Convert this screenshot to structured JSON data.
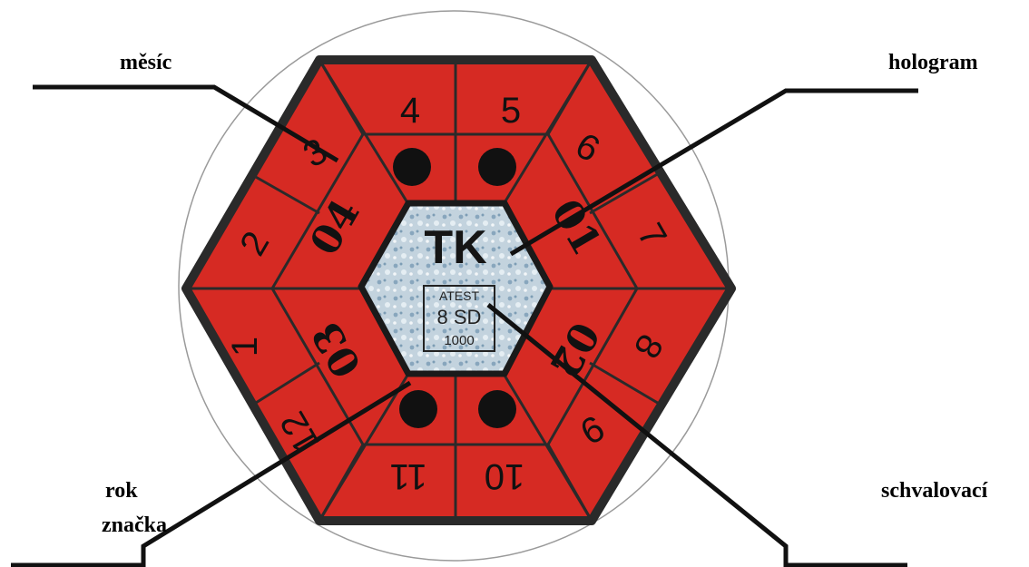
{
  "labels": {
    "month": "měsíc",
    "hologram": "hologram",
    "year": "rok",
    "mark": "značka",
    "approval": "schvalovací"
  },
  "sticker": {
    "months_outer": [
      "1",
      "2",
      "3",
      "4",
      "5",
      "6",
      "7",
      "8",
      "9",
      "10",
      "11",
      "12"
    ],
    "years": [
      "04",
      "01",
      "02",
      "03"
    ],
    "hologram_text": "TK",
    "approval_box": [
      "ATEST",
      "8 SD",
      "1000"
    ]
  },
  "colors": {
    "sticker_red": "#d62a23",
    "sticker_border": "#2a2a2a",
    "hologram_silver": "#b9c9d6",
    "circle_outline": "#9a9a9a"
  }
}
